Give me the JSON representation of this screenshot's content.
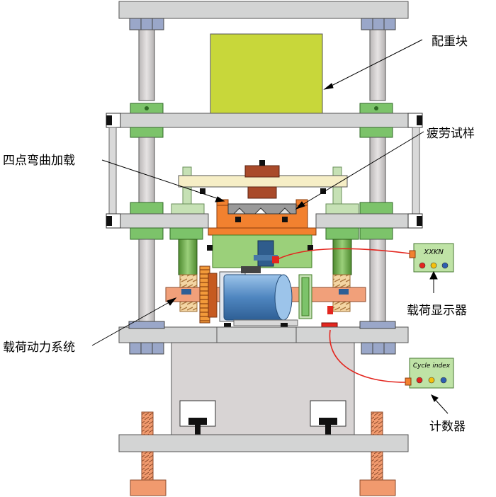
{
  "labels": {
    "counterweight": "配重块",
    "fatigue_specimen": "疲劳试样",
    "four_point_bending": "四点弯曲加载",
    "load_display": "载荷显示器",
    "load_power_system": "载荷动力系统",
    "counter": "计数器"
  },
  "devices": {
    "load_display_title": "XXKN",
    "counter_title": "Cycle index"
  },
  "colors": {
    "frame": "#cfd0d0",
    "column": "#d3cfcf",
    "counterweight": "#c8d73a",
    "nut_green": "#7cc36a",
    "nut_blue": "#9aa7c9",
    "load_orange": "#f2812f",
    "motor_blue": "#6fa3d6",
    "device_green": "#bfe3a6",
    "wire_red": "#e3261f",
    "spring_orange": "#f1a07a"
  }
}
